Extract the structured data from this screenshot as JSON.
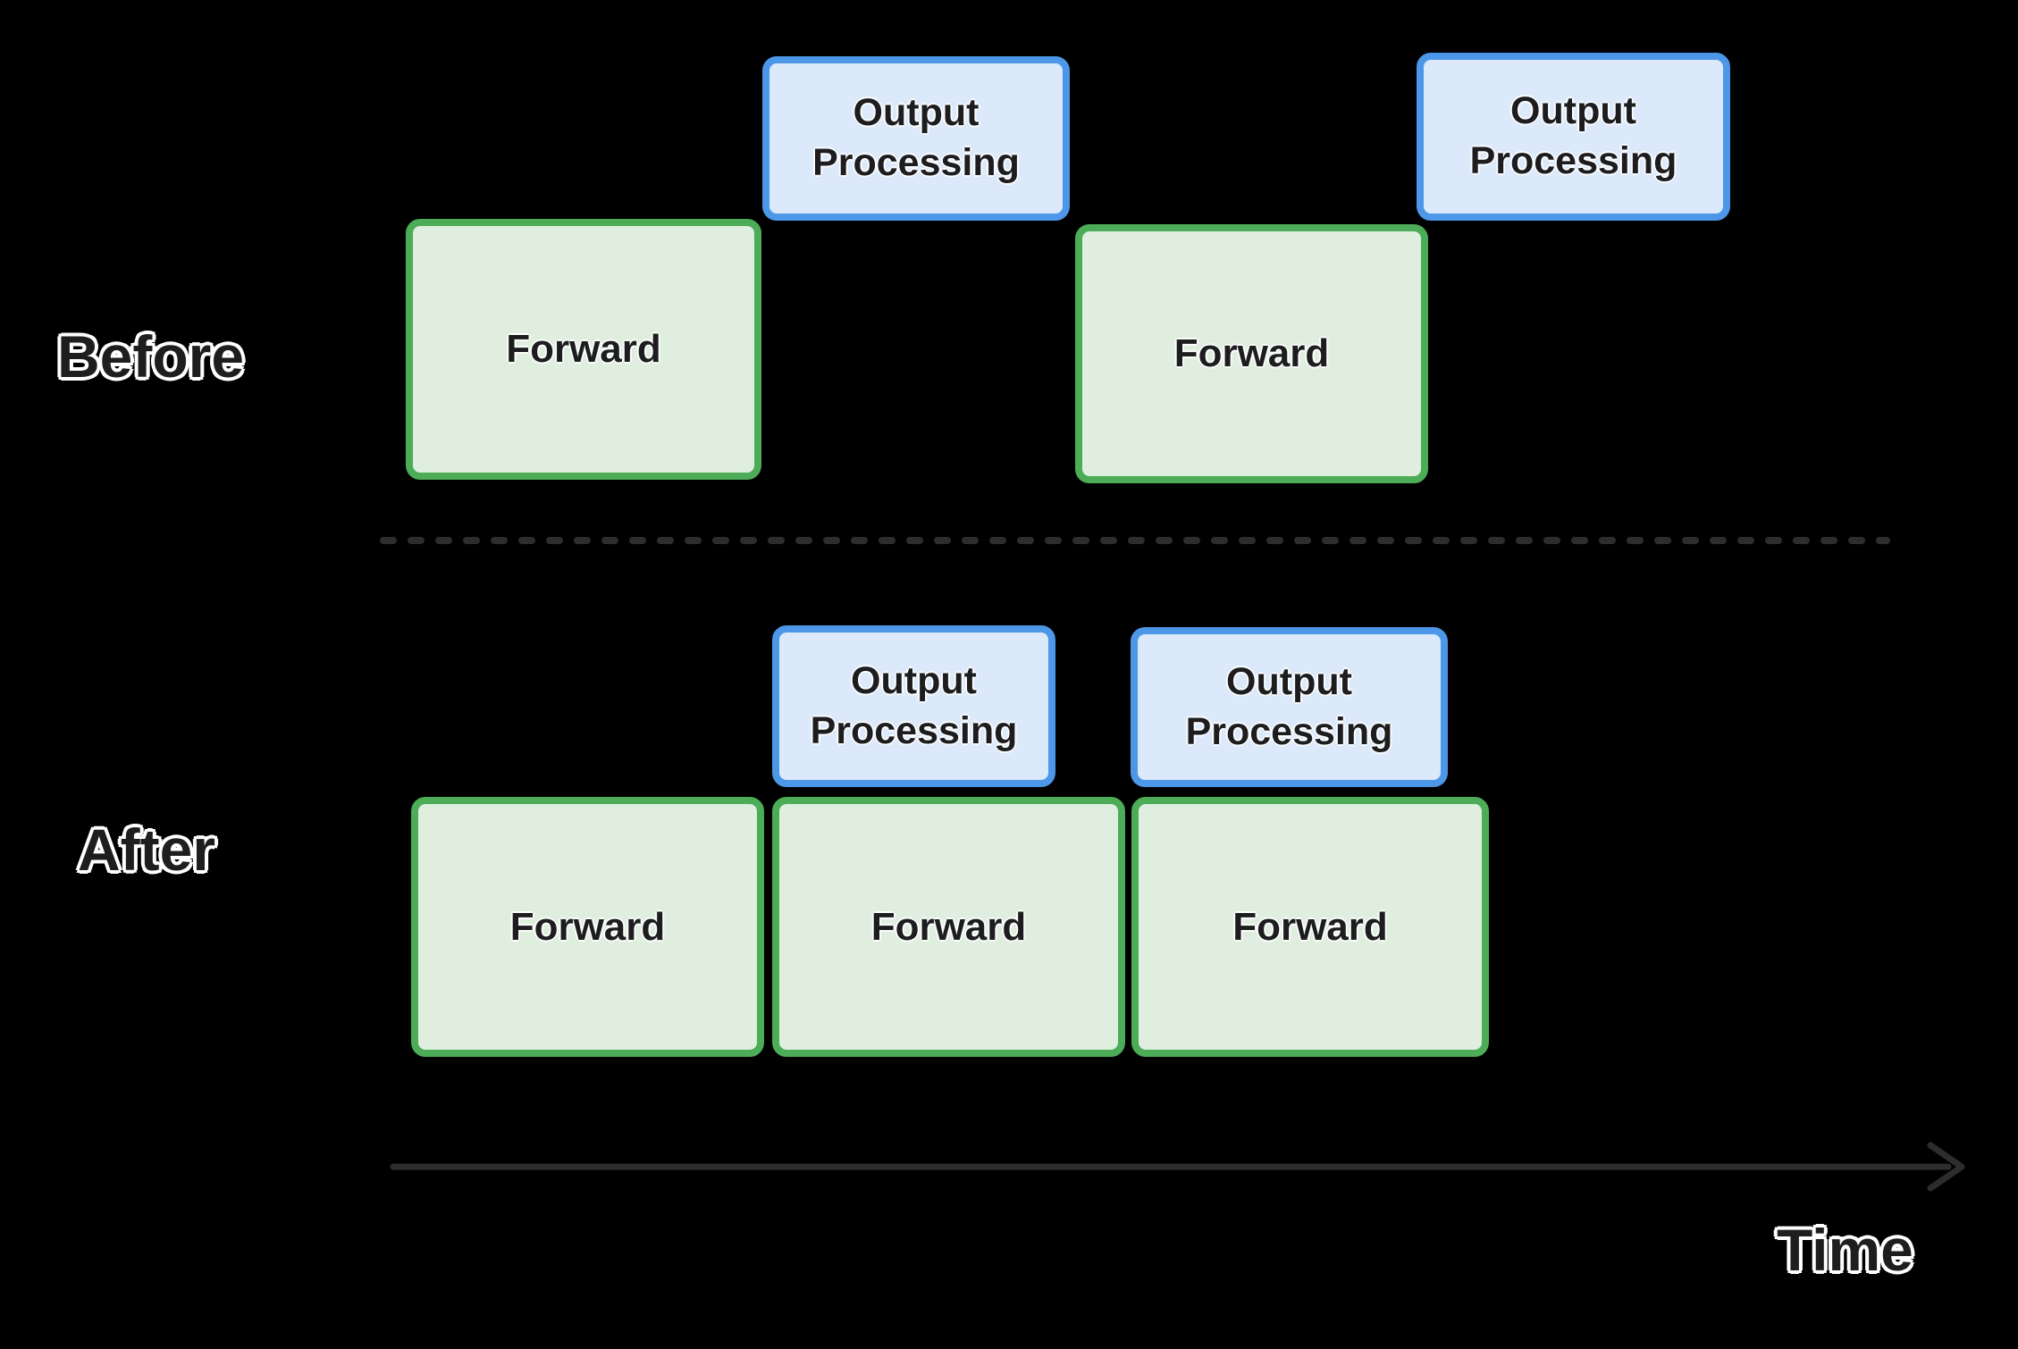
{
  "sections": {
    "before": {
      "label": "Before",
      "forward1": "Forward",
      "output1": "Output Processing",
      "forward2": "Forward",
      "output2": "Output Processing"
    },
    "after": {
      "label": "After",
      "output1": "Output Processing",
      "output2": "Output Processing",
      "forward1": "Forward",
      "forward2": "Forward",
      "forward3": "Forward"
    }
  },
  "axis": {
    "label": "Time"
  },
  "colors": {
    "background": "#000000",
    "forward_fill": "#DFEEDF",
    "forward_border": "#4CAC58",
    "output_fill": "#DBE9FA",
    "output_border": "#4D97E8",
    "label_fill": "#1E1E1E",
    "label_outline": "#FFFFFF",
    "axis_line": "#2D2D2D"
  }
}
